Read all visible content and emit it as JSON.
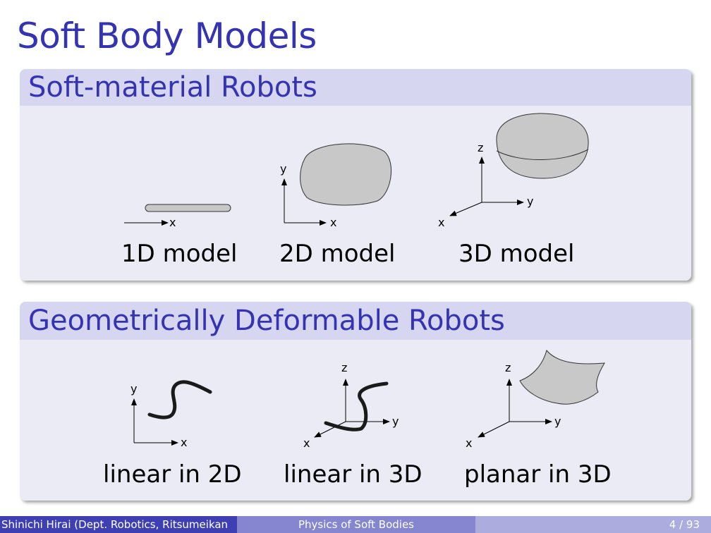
{
  "slide": {
    "title": "Soft Body Models"
  },
  "blocks": [
    {
      "title": "Soft-material Robots",
      "figures": [
        {
          "caption": "1D model",
          "axes": [
            "x"
          ]
        },
        {
          "caption": "2D model",
          "axes": [
            "x",
            "y"
          ]
        },
        {
          "caption": "3D model",
          "axes": [
            "x",
            "y",
            "z"
          ]
        }
      ]
    },
    {
      "title": "Geometrically Deformable Robots",
      "figures": [
        {
          "caption": "linear in 2D",
          "axes": [
            "x",
            "y"
          ]
        },
        {
          "caption": "linear in 3D",
          "axes": [
            "x",
            "y",
            "z"
          ]
        },
        {
          "caption": "planar in 3D",
          "axes": [
            "x",
            "y",
            "z"
          ]
        }
      ]
    }
  ],
  "footer": {
    "author": "Shinichi Hirai (Dept. Robotics, Ritsumeikan",
    "talk_title": "Physics of Soft Bodies",
    "page": "4 / 93"
  },
  "colors": {
    "accent": "#3333b3",
    "block_head": "#d6d6f1",
    "block_body": "#ebebf6",
    "shape_fill": "#c8c8c8"
  }
}
